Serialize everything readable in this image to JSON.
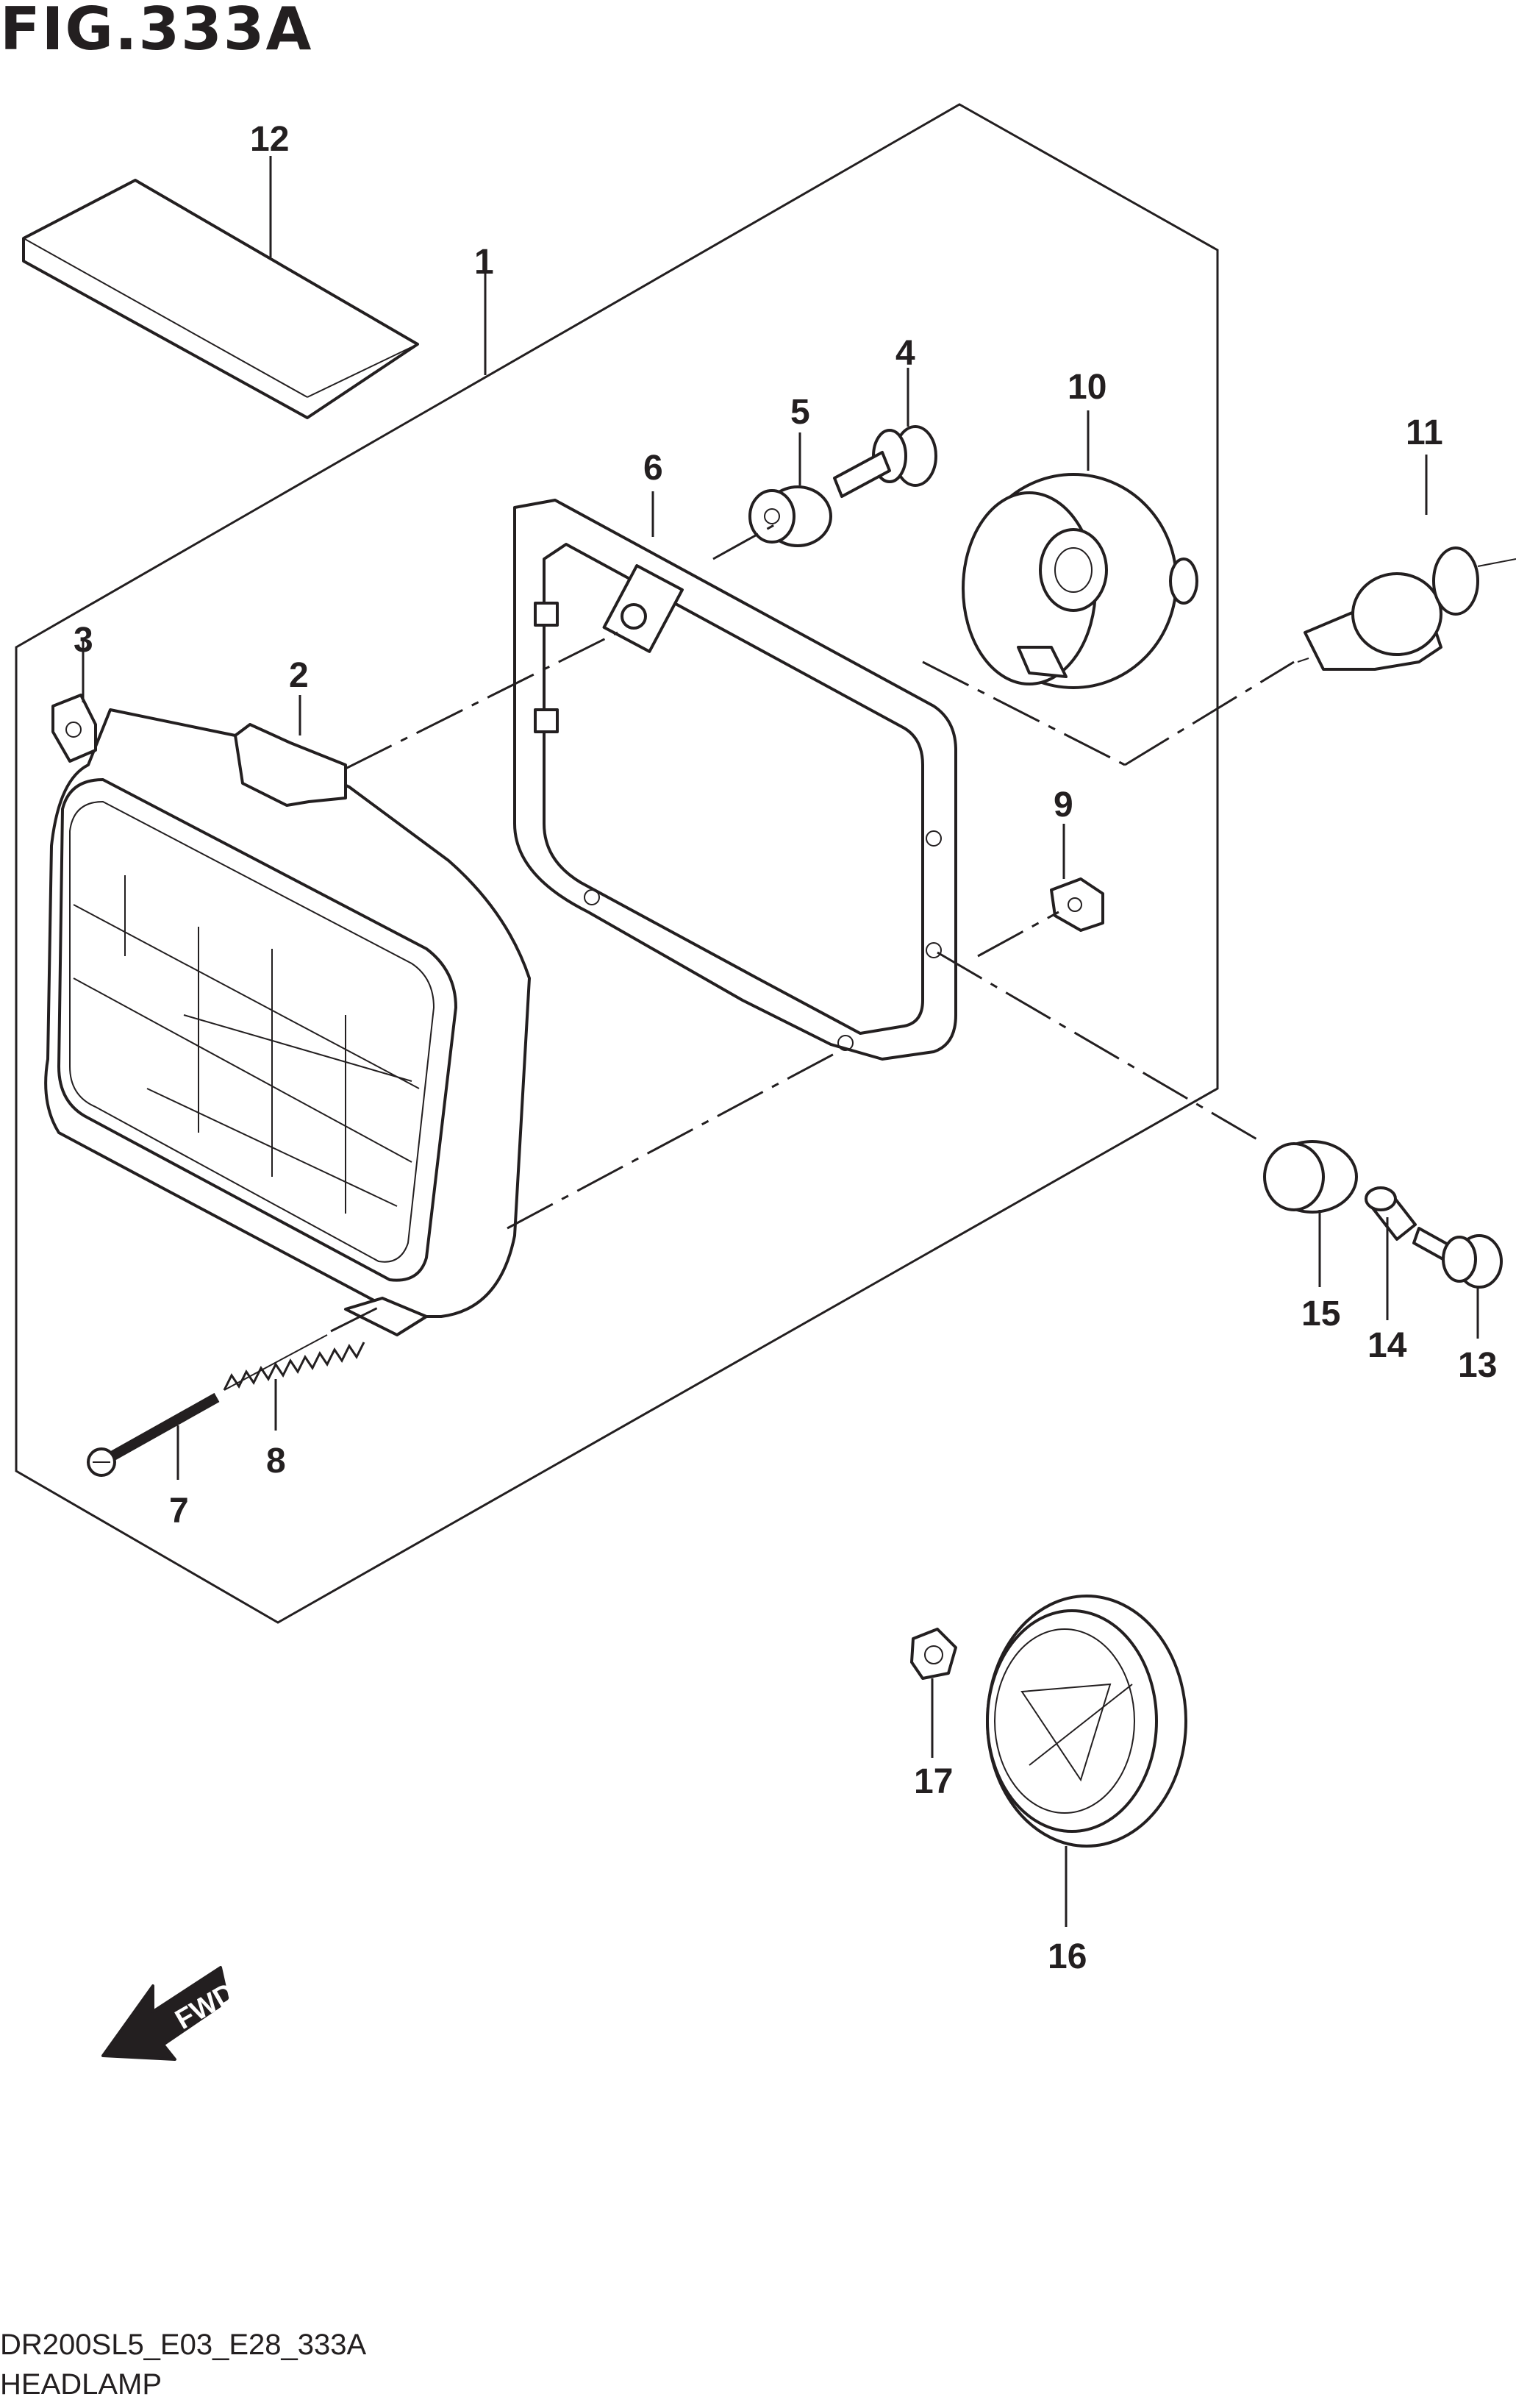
{
  "figure": {
    "title": "FIG.333A",
    "code": "DR200SL5_E03_E28_333A",
    "name": "HEADLAMP",
    "fwd_label": "FWD"
  },
  "callouts": [
    {
      "id": "1",
      "part": "headlamp-assembly"
    },
    {
      "id": "2",
      "part": "headlamp-unit"
    },
    {
      "id": "3",
      "part": "nut-clip"
    },
    {
      "id": "4",
      "part": "screw"
    },
    {
      "id": "5",
      "part": "cushion"
    },
    {
      "id": "6",
      "part": "rim"
    },
    {
      "id": "7",
      "part": "adjust-screw"
    },
    {
      "id": "8",
      "part": "spring"
    },
    {
      "id": "9",
      "part": "nut-clip"
    },
    {
      "id": "10",
      "part": "socket-cover"
    },
    {
      "id": "11",
      "part": "bulb"
    },
    {
      "id": "12",
      "part": "label"
    },
    {
      "id": "13",
      "part": "bolt"
    },
    {
      "id": "14",
      "part": "collar"
    },
    {
      "id": "15",
      "part": "cushion"
    },
    {
      "id": "16",
      "part": "reflex-reflector"
    },
    {
      "id": "17",
      "part": "nut"
    }
  ],
  "colors": {
    "ink": "#231f20",
    "background": "#ffffff"
  }
}
